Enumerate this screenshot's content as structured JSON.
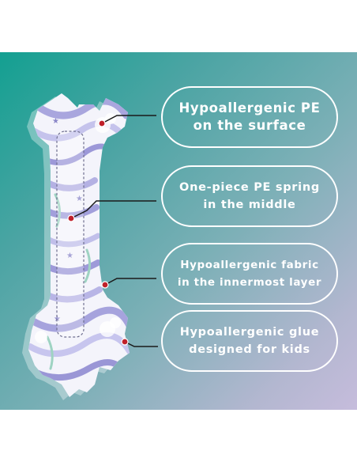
{
  "callouts": [
    {
      "line1": "Hypoallergenic PE",
      "line2": "on the surface"
    },
    {
      "line1": "One-piece PE spring",
      "line2": "in the middle"
    },
    {
      "line1": "Hypoallergenic fabric",
      "line2": "in the innermost layer"
    },
    {
      "line1": "Hypoallergenic glue",
      "line2": "designed for kids"
    }
  ],
  "colors": {
    "pill_border": "#ffffff",
    "text": "#ffffff",
    "dot": "#c0202a",
    "leader": "#1a1a1a",
    "strip_pattern": "#8f8fd0"
  },
  "icons": [
    "nasal-strip-illustration"
  ]
}
